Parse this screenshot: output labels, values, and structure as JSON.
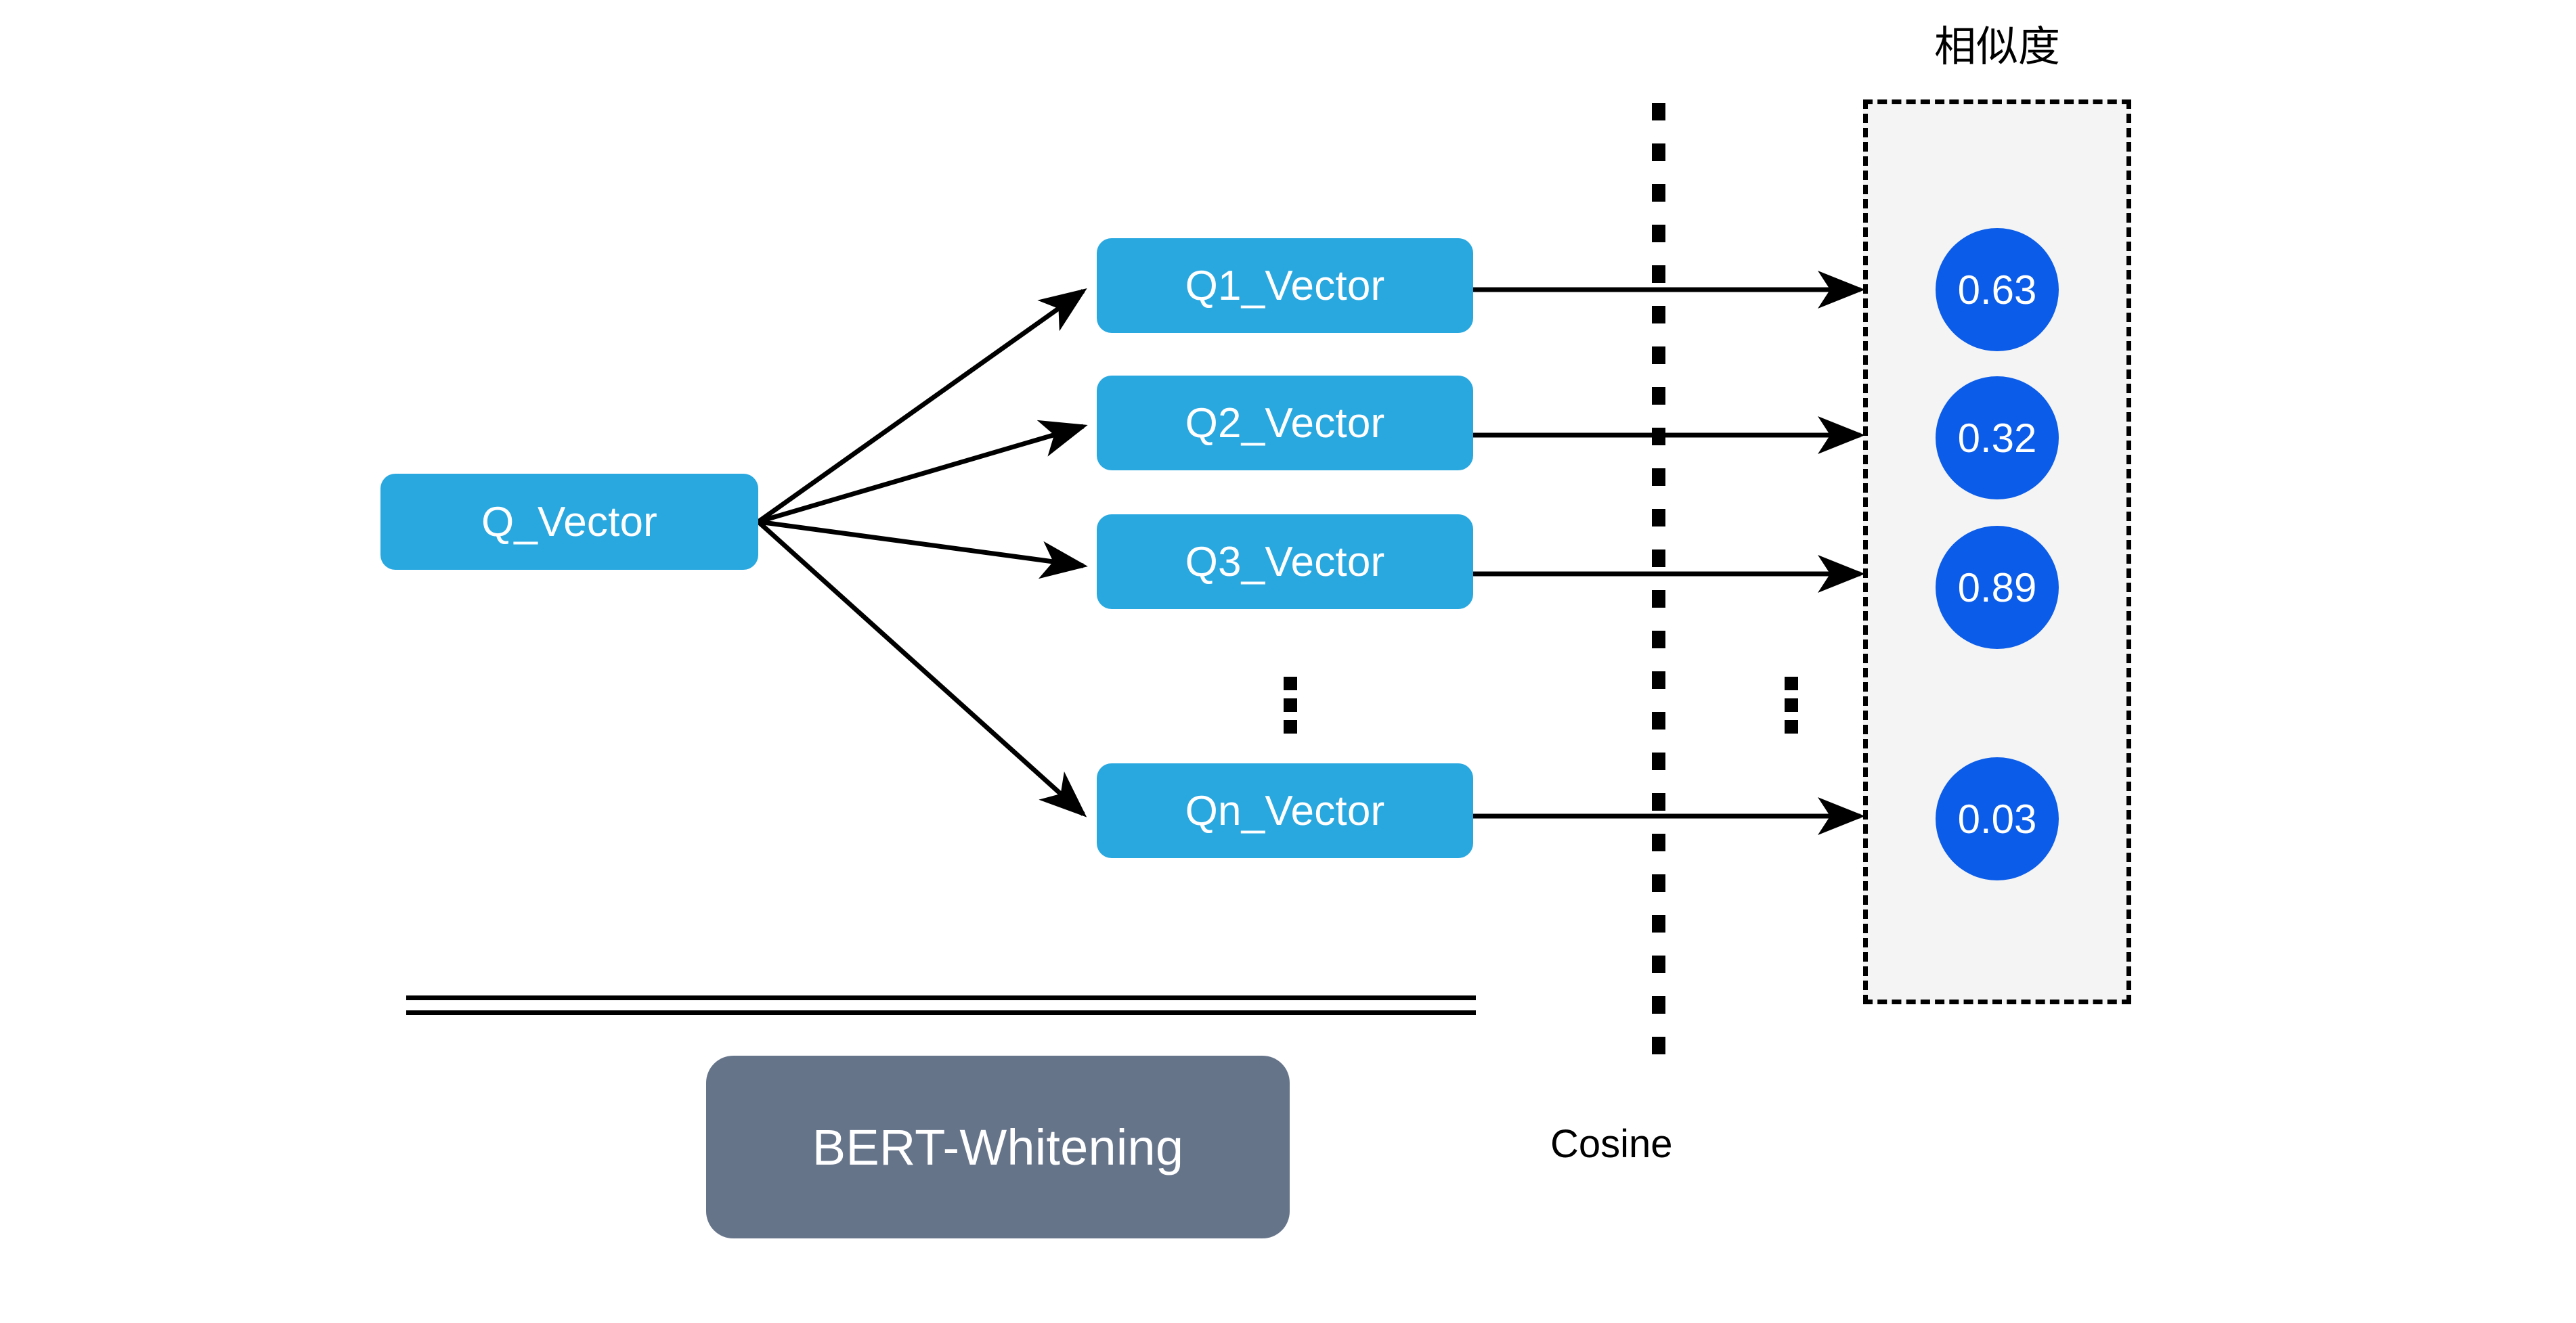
{
  "diagram": {
    "title_similarity": "相似度",
    "source_node": {
      "label": "Q_Vector"
    },
    "candidate_nodes": [
      {
        "label": "Q1_Vector"
      },
      {
        "label": "Q2_Vector"
      },
      {
        "label": "Q3_Vector"
      },
      {
        "label": "Qn_Vector"
      }
    ],
    "model_block": {
      "label": "BERT-Whitening"
    },
    "divider_label": "Cosine",
    "similarity_scores": [
      {
        "value": "0.63"
      },
      {
        "value": "0.32"
      },
      {
        "value": "0.89"
      },
      {
        "value": "0.03"
      }
    ],
    "ellipsis_glyph": "vertical-ellipsis",
    "colors": {
      "node_blue": "#29A8E0",
      "score_blue": "#0B5CE8",
      "model_slate": "#66748A",
      "panel_background": "#F4F4F4",
      "stroke": "#000000",
      "canvas": "#FFFFFF"
    }
  }
}
